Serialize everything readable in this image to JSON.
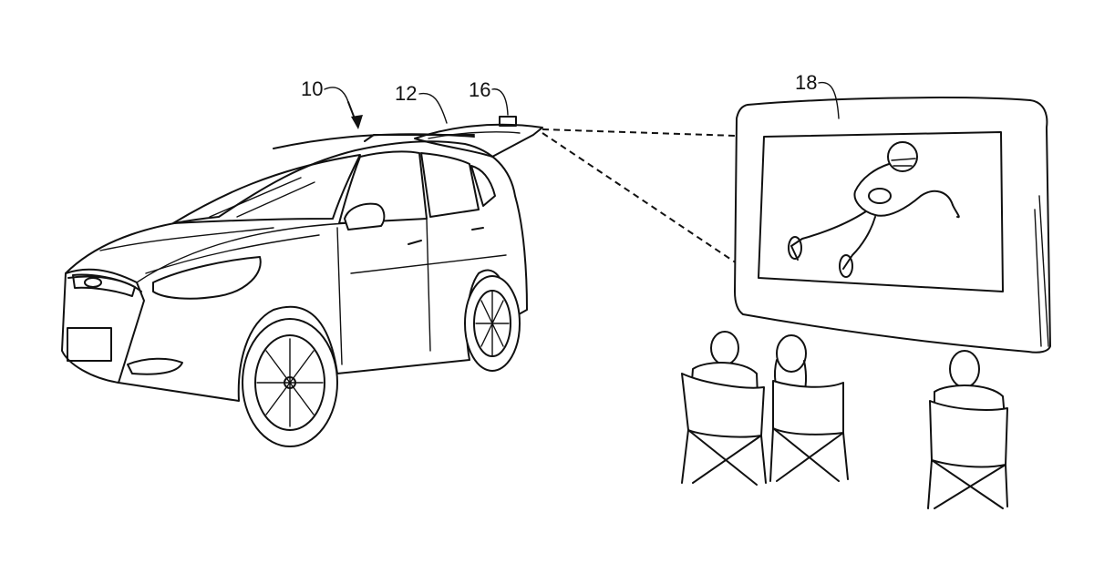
{
  "figure": {
    "reference_numerals": {
      "vehicle": "10",
      "liftgate": "12",
      "projector": "16",
      "screen": "18"
    }
  }
}
